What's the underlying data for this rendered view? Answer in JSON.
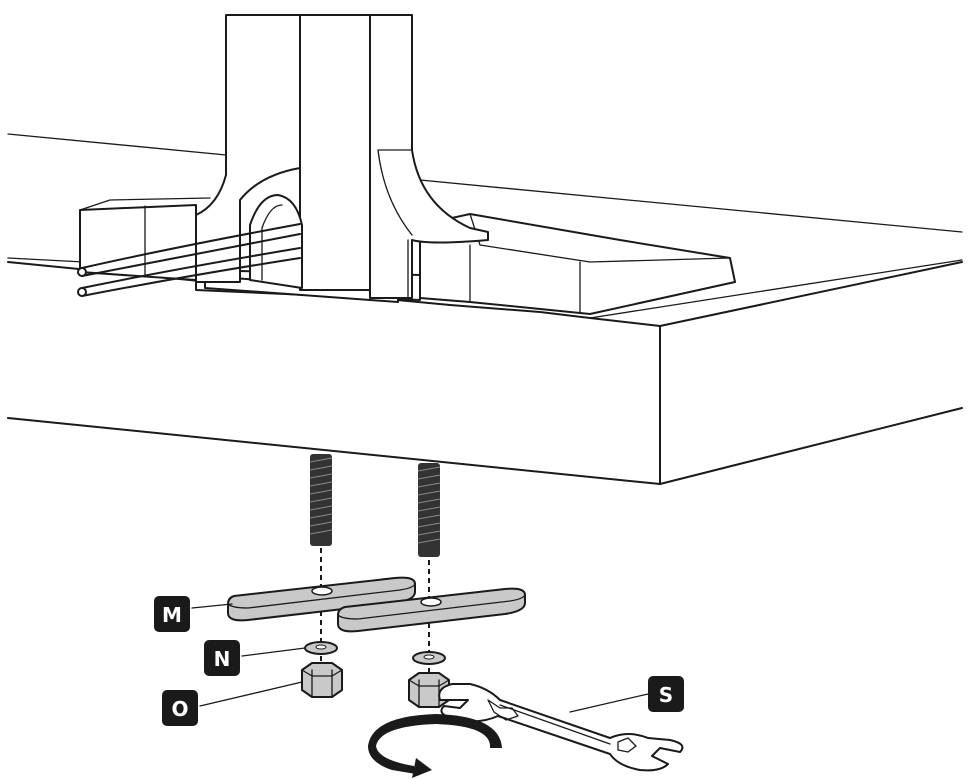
{
  "labels": {
    "m": "M",
    "n": "N",
    "o": "O",
    "s": "S"
  },
  "colors": {
    "line": "#1a1a1a",
    "part_fill": "#c9c9c9",
    "label_bg": "#1a1a1a",
    "label_text": "#ffffff"
  },
  "icons": {
    "rotation": "rotate-arrow-icon",
    "wrench": "wrench-icon"
  }
}
